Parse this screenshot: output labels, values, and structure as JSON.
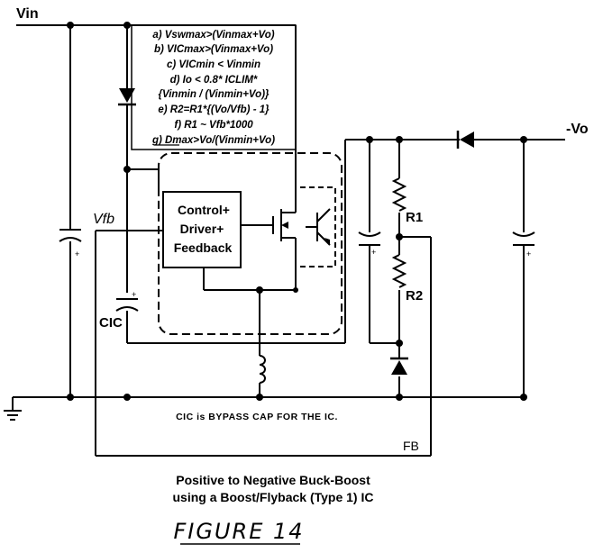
{
  "labels": {
    "vin": "Vin",
    "vout": "-Vo",
    "vfb": "Vfb",
    "cic": "CIC",
    "r1": "R1",
    "r2": "R2",
    "fb": "FB",
    "control": [
      "Control+",
      "Driver+",
      "Feedback"
    ]
  },
  "equations": [
    "a) Vswmax>(Vinmax+Vo)",
    "b) VICmax>(Vinmax+Vo)",
    "c) VICmin < Vinmin",
    "d)  Io < 0.8* ICLIM*",
    "{Vinmin / (Vinmin+Vo)}",
    "e) R2=R1*{(Vo/Vfb) - 1}",
    "f) R1 ~ Vfb*1000",
    "g) Dmax>Vo/(Vinmin+Vo)"
  ],
  "note": "CIC is BYPASS CAP FOR THE IC.",
  "caption": {
    "line1": "Positive to Negative Buck-Boost",
    "line2": "using a Boost/Flyback (Type 1) IC"
  },
  "figure_label": "FIGURE 14"
}
